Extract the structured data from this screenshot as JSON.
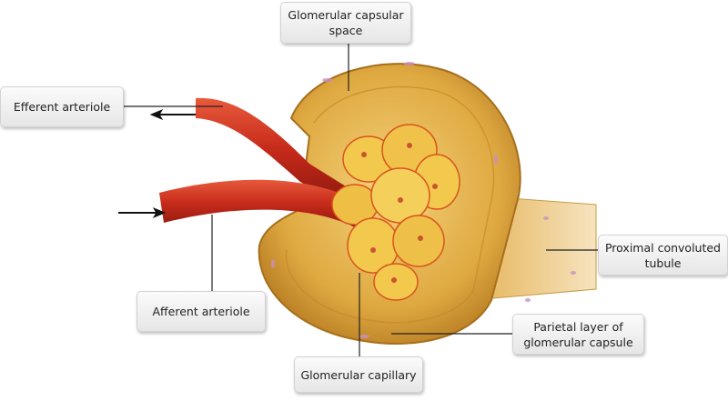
{
  "labels": {
    "capsular_space": "Glomerular capsular space",
    "efferent": "Efferent arteriole",
    "afferent": "Afferent arteriole",
    "capillary": "Glomerular capillary",
    "parietal": "Parietal layer of glomerular capsule",
    "proximal": "Proximal convoluted tubule"
  },
  "colors": {
    "capsule": "#d9a53a",
    "vessel": "#c62a1a",
    "glomerulus": "#f2c94c",
    "leader": "#222222"
  }
}
